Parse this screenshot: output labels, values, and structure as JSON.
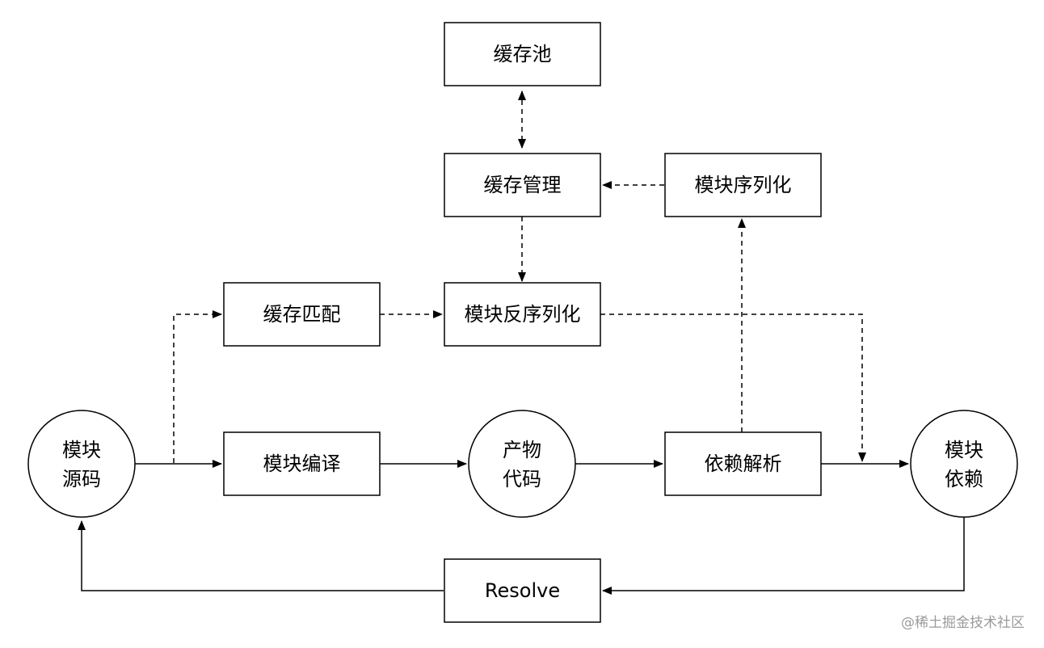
{
  "nodes": {
    "cache_pool": {
      "label": "缓存池"
    },
    "cache_manage": {
      "label": "缓存管理"
    },
    "module_serialize": {
      "label": "模块序列化"
    },
    "cache_match": {
      "label": "缓存匹配"
    },
    "module_deserialize": {
      "label": "模块反序列化"
    },
    "module_source": {
      "lines": [
        "模块",
        "源码"
      ]
    },
    "module_compile": {
      "label": "模块编译"
    },
    "artifact_code": {
      "lines": [
        "产物",
        "代码"
      ]
    },
    "dependency_parse": {
      "label": "依赖解析"
    },
    "module_dependency": {
      "lines": [
        "模块",
        "依赖"
      ]
    },
    "resolve": {
      "label": "Resolve"
    }
  },
  "watermark": "@稀土掘金技术社区"
}
